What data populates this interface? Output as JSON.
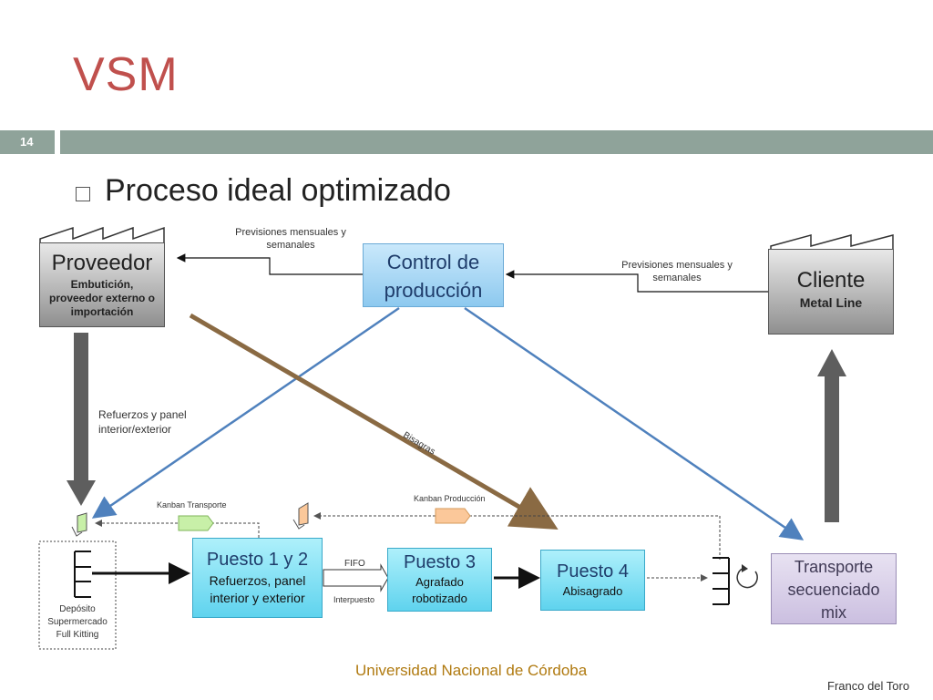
{
  "slide": {
    "title": "VSM",
    "number": "14",
    "bullet": "Proceso ideal optimizado"
  },
  "nodes": {
    "proveedor": {
      "title": "Proveedor",
      "sub": "Embutición, proveedor externo o importación"
    },
    "control": {
      "title": "Control de producción"
    },
    "cliente": {
      "title": "Cliente",
      "sub": "Metal Line"
    },
    "puesto12": {
      "title": "Puesto 1 y 2",
      "sub": "Refuerzos, panel interior y exterior"
    },
    "puesto3": {
      "title": "Puesto 3",
      "sub": "Agrafado robotizado"
    },
    "puesto4": {
      "title": "Puesto 4",
      "sub": "Abisagrado"
    },
    "transporte": {
      "title": "Transporte secuenciado mix"
    },
    "deposito": {
      "title": "Depósito Supermercado Full Kitting"
    }
  },
  "labels": {
    "prev_left": "Previsiones mensuales y semanales",
    "prev_right": "Previsiones mensuales y semanales",
    "refuerzos": "Refuerzos y panel interior/exterior",
    "bisagras": "Bisagras",
    "kanban_transporte": "Kanban Transporte",
    "kanban_produccion": "Kanban Producción",
    "fifo": "FIFO",
    "interpuesto": "Interpuesto"
  },
  "footer": {
    "university": "Universidad Nacional de Córdoba",
    "author": "Franco del Toro"
  },
  "colors": {
    "title": "#c0504d",
    "band": "#8fa39a",
    "info_line": "#4f81bd",
    "bisagras_arrow": "#8a6a43",
    "push_arrow": "#555555"
  }
}
